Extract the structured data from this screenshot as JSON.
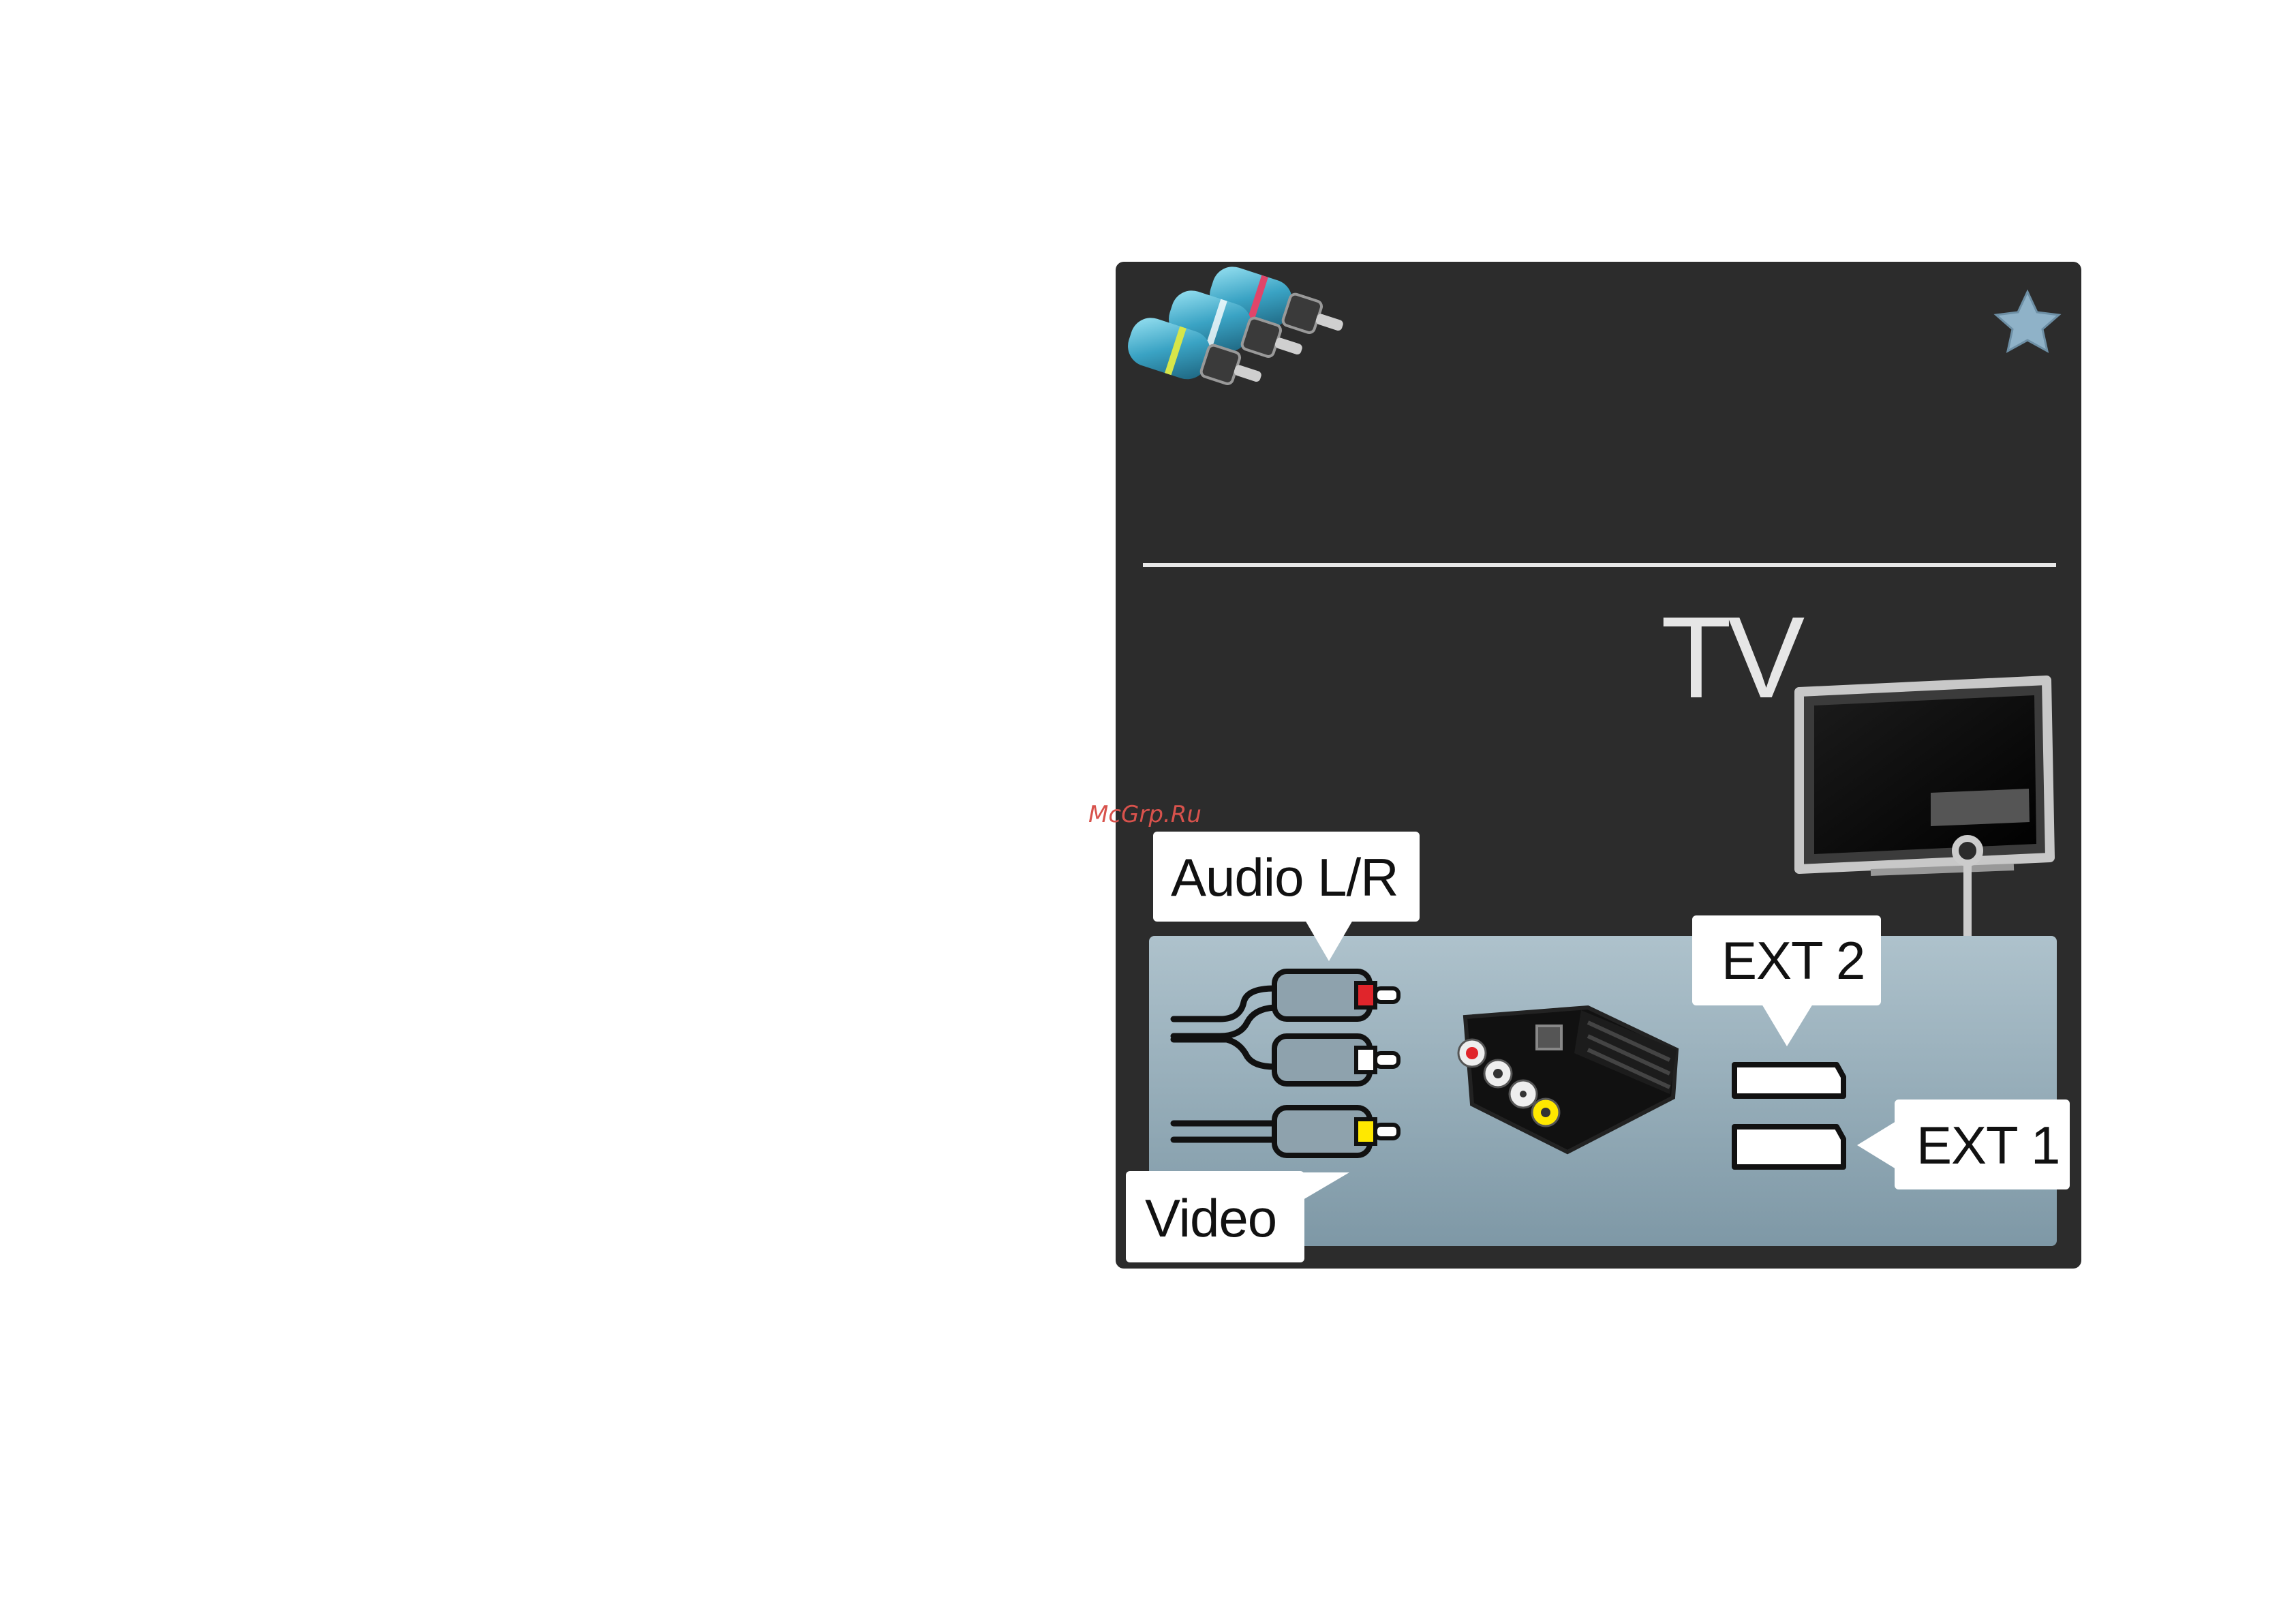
{
  "diagram": {
    "title": "TV",
    "labels": {
      "audio": "Audio L/R",
      "video": "Video",
      "ext2": "EXT 2",
      "ext1": "EXT 1"
    },
    "watermark": "McGrp.Ru",
    "colors": {
      "panel": "#2c2c2c",
      "lower_panel": "#9fb5c1",
      "audio_left": "#e0252b",
      "audio_right": "#ffffff",
      "video": "#ffe800",
      "connector_body": "#8ea2ad"
    },
    "icons": [
      "rca-connectors-icon",
      "star-icon",
      "tv-icon",
      "scart-adapter-icon"
    ]
  }
}
